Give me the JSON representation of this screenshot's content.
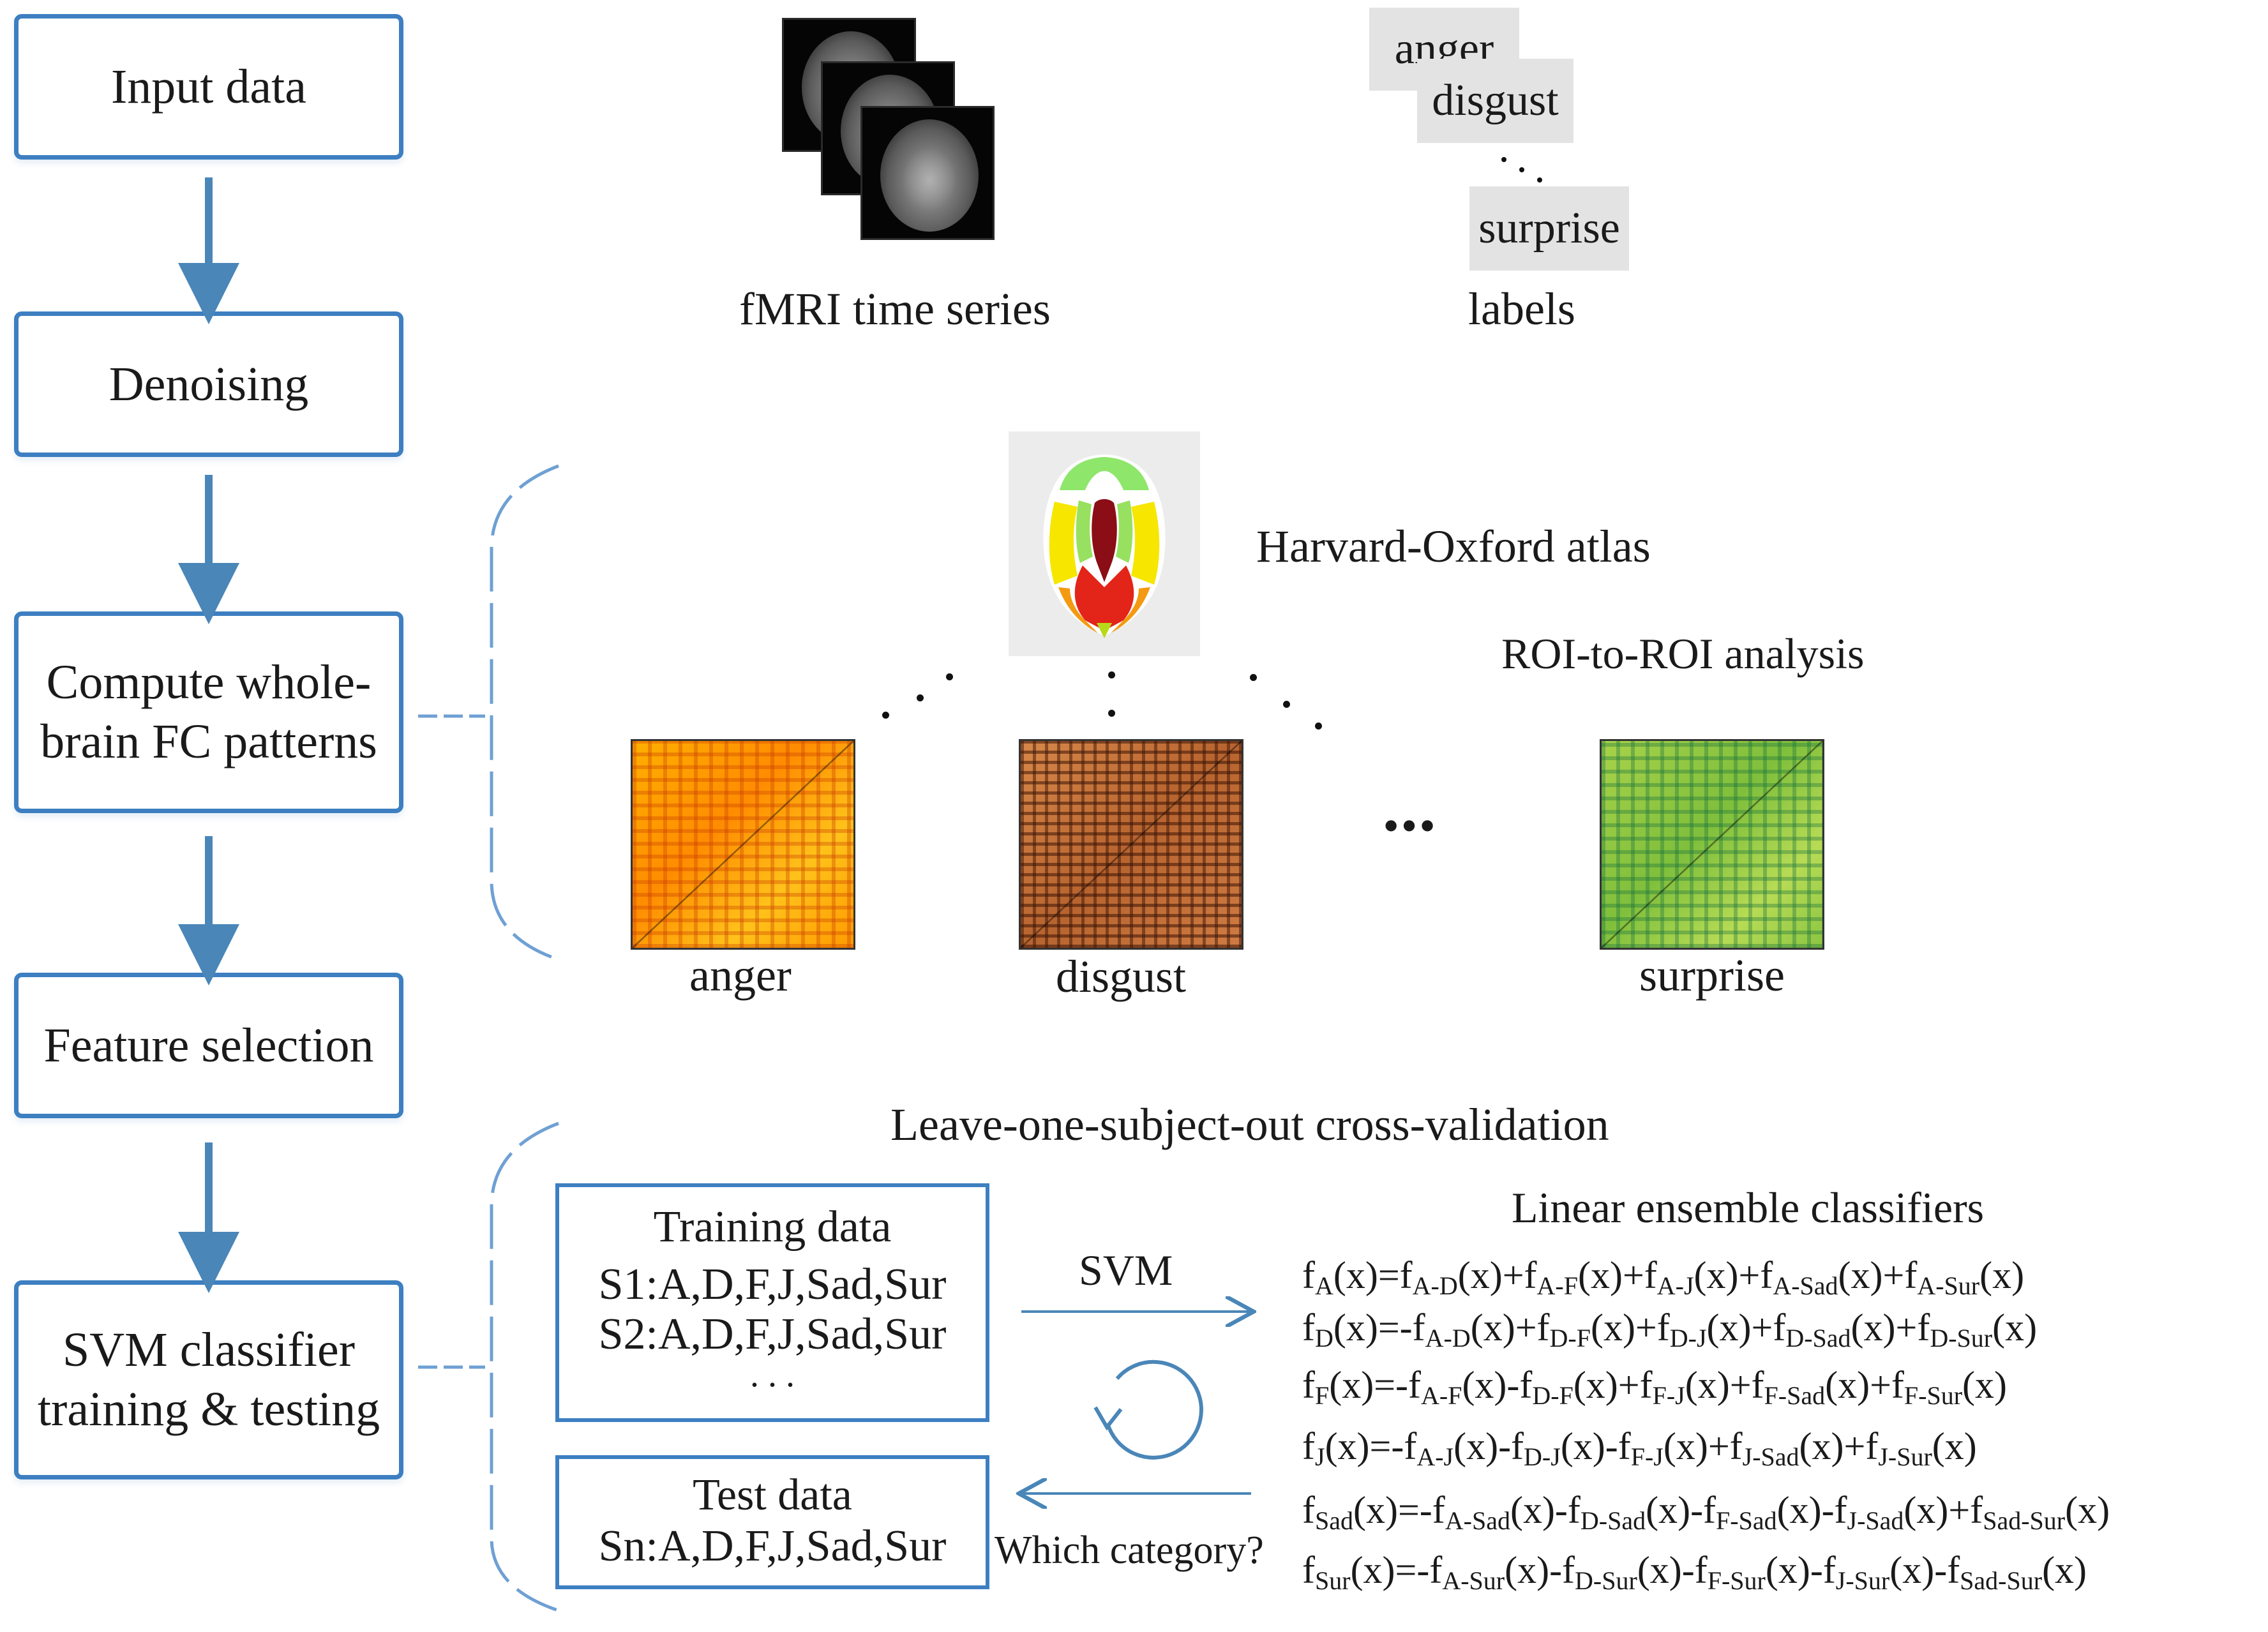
{
  "steps": {
    "input": "Input data",
    "denoising": "Denoising",
    "fc_line1": "Compute whole-",
    "fc_line2": "brain FC patterns",
    "feature": "Feature selection",
    "svm_line1": "SVM classifier",
    "svm_line2": "training & testing"
  },
  "input_section": {
    "fmri_label": "fMRI time series",
    "tag_anger": "anger",
    "tag_disgust": "disgust",
    "tag_surprise": "surprise",
    "labels_caption": "labels"
  },
  "fc_section": {
    "atlas_label": "Harvard-Oxford atlas",
    "roi_label": "ROI-to-ROI analysis",
    "matrix_anger": "anger",
    "matrix_disgust": "disgust",
    "matrix_surprise": "surprise",
    "ellipsis": "•••"
  },
  "cv_section": {
    "title": "Leave-one-subject-out cross-validation",
    "training_title": "Training data",
    "training_s1": "S1:A,D,F,J,Sad,Sur",
    "training_s2": "S2:A,D,F,J,Sad,Sur",
    "training_more": ". . .",
    "test_title": "Test data",
    "test_sn": "Sn:A,D,F,J,Sad,Sur",
    "svm_label": "SVM",
    "which_category": "Which category?",
    "ensemble_title": "Linear ensemble classifiers"
  },
  "equations": [
    "f_A(x)=f_{A-D}(x)+f_{A-F}(x)+f_{A-J}(x)+f_{A-Sad}(x)+f_{A-Sur}(x)",
    "f_D(x)=-f_{A-D}(x)+f_{D-F}(x)+f_{D-J}(x)+f_{D-Sad}(x)+f_{D-Sur}(x)",
    "f_F(x)=-f_{A-F}(x)-f_{D-F}(x)+f_{F-J}(x)+f_{F-Sad}(x)+f_{F-Sur}(x)",
    "f_J(x)=-f_{A-J}(x)-f_{D-J}(x)-f_{F-J}(x)+f_{J-Sad}(x)+f_{J-Sur}(x)",
    "f_{Sad}(x)=-f_{A-Sad}(x)-f_{D-Sad}(x)-f_{F-Sad}(x)-f_{J-Sad}(x)+f_{Sad-Sur}(x)",
    "f_{Sur}(x)=-f_{A-Sur}(x)-f_{D-Sur}(x)-f_{F-Sur}(x)-f_{J-Sur}(x)-f_{Sad-Sur}(x)"
  ],
  "colors": {
    "box_stroke": "#3d7fc1",
    "arrow": "#4a86b8",
    "connector": "#6fa0d4",
    "tag_bg": "#e3e3e3"
  }
}
